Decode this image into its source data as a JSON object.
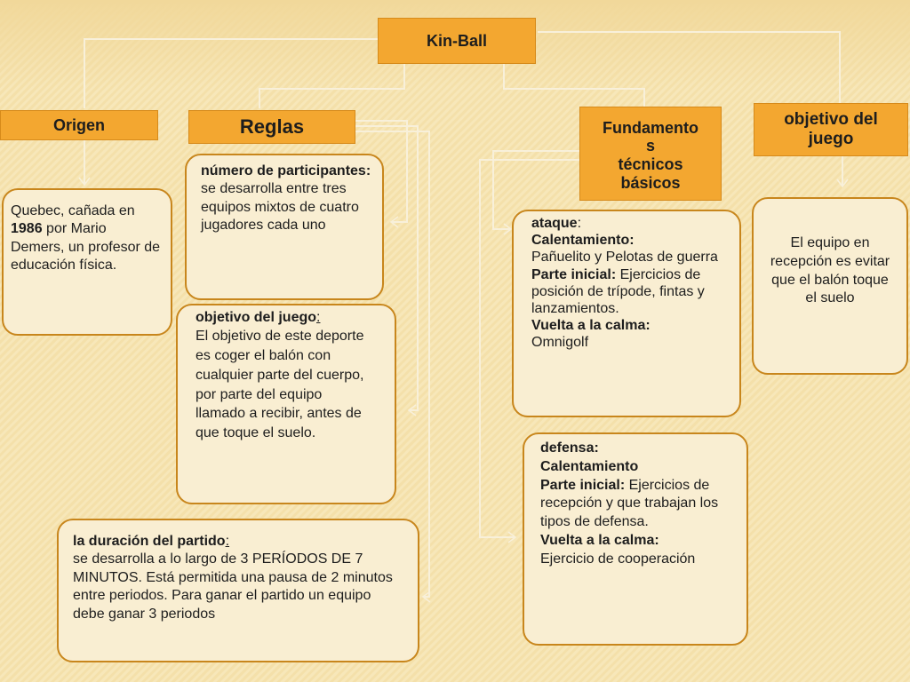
{
  "title": "Kin-Ball",
  "headers": {
    "origen": "Origen",
    "reglas": "Reglas",
    "fundamentos": "Fundamento\ns\ntécnicos\nbásicos",
    "objetivo": "objetivo del\njuego"
  },
  "origen_box": {
    "t1": "Quebec, cañada en ",
    "year": "1986",
    "t2": " por Mario Demers, un profesor de educación física."
  },
  "reglas_participantes": {
    "heading": "número de participantes:",
    "body": "se desarrolla entre tres equipos mixtos de cuatro jugadores cada uno"
  },
  "reglas_objetivo": {
    "heading": "objetivo del juego",
    "colon": ":",
    "body": "El objetivo de este deporte es coger el balón con cualquier parte del cuerpo, por parte del equipo llamado a recibir, antes de que toque el suelo."
  },
  "reglas_duracion": {
    "heading": "la duración del partido",
    "colon": ":",
    "body": "se desarrolla a lo largo de 3 PERÍODOS DE 7 MINUTOS. Está permitida una pausa de 2 minutos entre periodos. Para ganar el partido un equipo debe ganar 3 periodos"
  },
  "ataque": {
    "heading": "ataque",
    "colon": ":",
    "l1": "Calentamiento:",
    "l1b": "Pañuelito y Pelotas de guerra",
    "l2": "Parte inicial:",
    "l2b": " Ejercicios de posición de trípode, fintas y lanzamientos.",
    "l3": "Vuelta a la calma:",
    "l3b": "Omnigolf"
  },
  "defensa": {
    "heading": "defensa:",
    "l1": "Calentamiento",
    "l2": "Parte inicial:",
    "l2b": " Ejercicios de recepción y que trabajan los tipos de defensa.",
    "l3": "Vuelta a la calma:",
    "l3b": "Ejercicio de cooperación"
  },
  "objetivo_box": {
    "body": "El equipo en recepción es evitar que el balón toque el suelo"
  }
}
